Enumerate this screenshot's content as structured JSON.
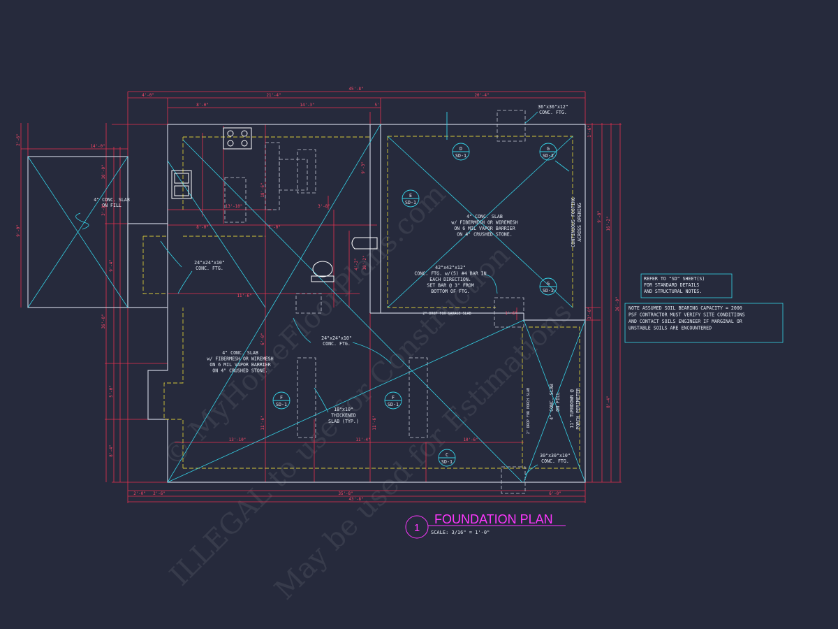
{
  "watermark": {
    "line1": "© MyHomeFloorPlans.com",
    "line2": "ILLEGAL to use for Construction",
    "line3": "May be used for Estimations"
  },
  "title": {
    "number": "1",
    "text": "FOUNDATION PLAN",
    "scale": "SCALE: 3/16\" = 1'-0\""
  },
  "notes": {
    "refer": [
      "REFER TO \"SD\" SHEET(S)",
      "FOR STANDARD DETAILS",
      "AND STRUCTURAL NOTES."
    ],
    "soil": [
      "NOTE ASSUMED SOIL BEARING CAPACITY = 2000",
      "PSF CONTRACTOR MUST VERIFY SITE CONDITIONS",
      "AND CONTACT SOILS ENGINEER IF MARGINAL OR",
      "UNSTABLE SOILS ARE ENCOUNTERED"
    ]
  },
  "labels": {
    "slab_fill": [
      "4\" CONC. SLAB",
      "ON FILL"
    ],
    "ftg_24_top": [
      "24\"x24\"x10\"",
      "CONC. FTG."
    ],
    "ftg_24_mid": [
      "24\"x24\"x10\"",
      "CONC. FTG."
    ],
    "ftg_36": [
      "36\"x36\"x12\"",
      "CONC. FTG."
    ],
    "ftg_30": [
      "30\"x30\"x10\"",
      "CONC. FTG."
    ],
    "garage_slab": [
      "4\" CONC. SLAB",
      "w/ FIBERMESH OR WIREMESH",
      "ON 6 MIL VAPOR BARRIER",
      "ON 4\" CRUSHED STONE."
    ],
    "main_slab": [
      "4\" CONC. SLAB",
      "w/ FIBERMESH OR WIREMESH",
      "ON 6 MIL VAPOR BARRIER",
      "ON 4\" CRUSHED STONE."
    ],
    "ftg_42": [
      "42\"x42\"x12\"",
      "CONC. FTG. w/(5) #4 BAR IN",
      "EACH DIRECTION.",
      "SET BAR @ 3\" FROM",
      "BOTTOM OF FTG."
    ],
    "thickened": [
      "18\"x10\"",
      "THICKENED",
      "SLAB (TYP.)"
    ],
    "garage_drop": "2\" DROP FOR GARAGE SLAB",
    "continuous_ftg": [
      "CONTINUOUS FOOTING",
      "ACROSS OPENING"
    ],
    "porch_drop": "2\" DROP FOR PORCH SLAB",
    "porch_slab": [
      "4\" CONC. SLAB",
      "ON FILL"
    ],
    "porch_perimeter": [
      "11\" TURNDOWN @",
      "PORCH PERIMETER"
    ]
  },
  "sections": [
    {
      "letter": "D",
      "ref": "SD-1"
    },
    {
      "letter": "G",
      "ref": "SD-2"
    },
    {
      "letter": "E",
      "ref": "SD-1"
    },
    {
      "letter": "G",
      "ref": "SD-2"
    },
    {
      "letter": "F",
      "ref": "SD-1"
    },
    {
      "letter": "F",
      "ref": "SD-1"
    },
    {
      "letter": "C",
      "ref": "SD-1"
    }
  ],
  "dims": {
    "overall_top": "45'-8\"",
    "top_a": "4'-0\"",
    "top_b": "21'-4\"",
    "top_c": "20'-4\"",
    "top_d": "8'-0\"",
    "top_e": "14'-3\"",
    "top_f": "5'",
    "left_a": "14'-0\"",
    "left_b": "2'-6\"",
    "left_c": "10'-0\"",
    "left_d": "3'-0\"",
    "left_e": "9'-0\"",
    "left_f": "36'-0\"",
    "left_g": "9'-4\"",
    "left_h": "5'-0\"",
    "left_i": "8'-4\"",
    "right_a": "9'-8\"",
    "right_b": "16'-2\"",
    "right_c": "8'-4\"",
    "right_d": "36'-0\"",
    "right_e": "1'-6\"",
    "right_f": "3'-0\"",
    "bottom_a": "2'-0\"",
    "bottom_b": "2'-6\"",
    "bottom_c": "35'-8\"",
    "bottom_d": "6'-0\"",
    "bottom_overall": "43'-8\"",
    "in_13_10_top": "13'-10\"",
    "in_3_8": "3'-8\"",
    "in_8_0": "8'-0\"",
    "in_7_0": "7'-0\"",
    "in_11_6": "11'-6\"",
    "in_6_0": "6'-0\"",
    "in_18_6": "18'-6\"",
    "in_13_10": "13'-10\"",
    "in_11_4": "11'-4\"",
    "in_10_6": "10'-6\"",
    "in_11_6b": "11'-6\"",
    "in_11_6c": "11'-6\"",
    "in_9_3": "9'-3\"",
    "in_4_2": "4'-2\"",
    "in_10_2": "10'-2\"",
    "in_1_6": "1'-6\""
  }
}
